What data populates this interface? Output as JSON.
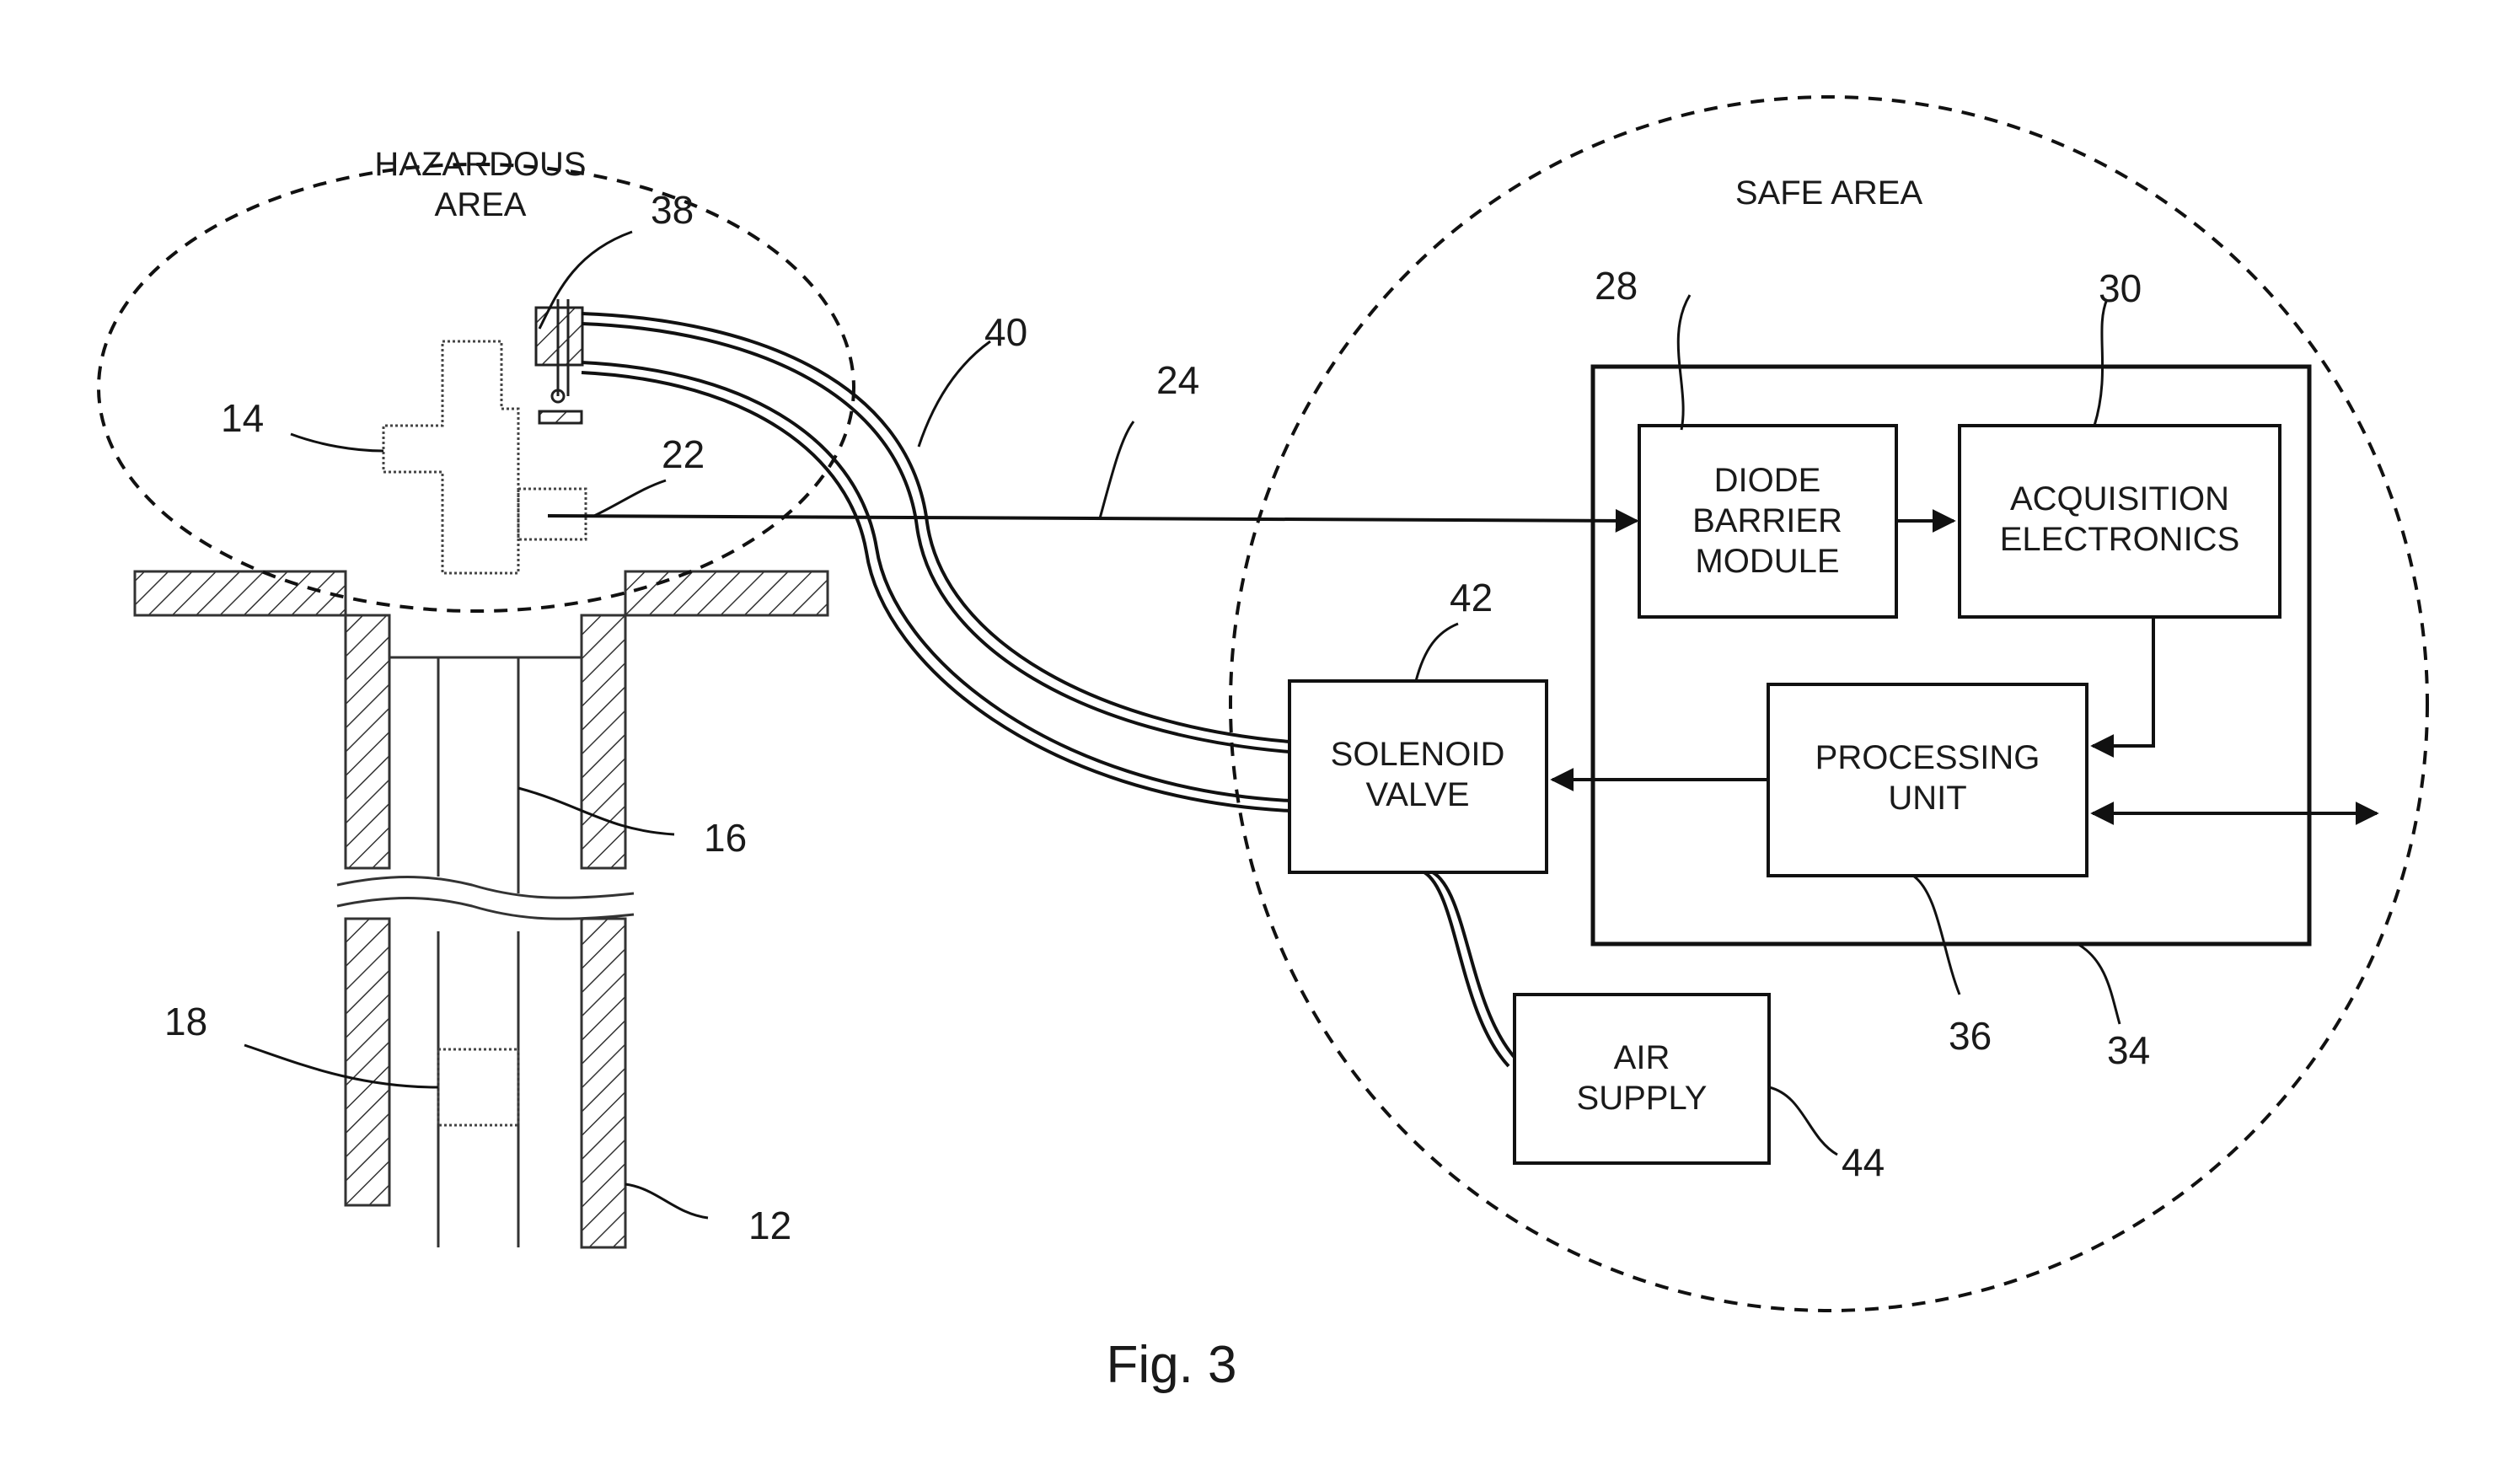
{
  "figure": {
    "caption": "Fig. 3"
  },
  "areas": {
    "hazardous": {
      "line1": "HAZARDOUS",
      "line2": "AREA"
    },
    "safe": {
      "label": "SAFE AREA"
    }
  },
  "blocks": {
    "diode_barrier": {
      "line1": "DIODE",
      "line2": "BARRIER",
      "line3": "MODULE"
    },
    "acquisition": {
      "line1": "ACQUISITION",
      "line2": "ELECTRONICS"
    },
    "processing": {
      "line1": "PROCESSING",
      "line2": "UNIT"
    },
    "solenoid": {
      "line1": "SOLENOID",
      "line2": "VALVE"
    },
    "air_supply": {
      "line1": "AIR",
      "line2": "SUPPLY"
    }
  },
  "refs": {
    "r12": "12",
    "r14": "14",
    "r16": "16",
    "r18": "18",
    "r22": "22",
    "r24": "24",
    "r28": "28",
    "r30": "30",
    "r34": "34",
    "r36": "36",
    "r38": "38",
    "r40": "40",
    "r42": "42",
    "r44": "44"
  }
}
